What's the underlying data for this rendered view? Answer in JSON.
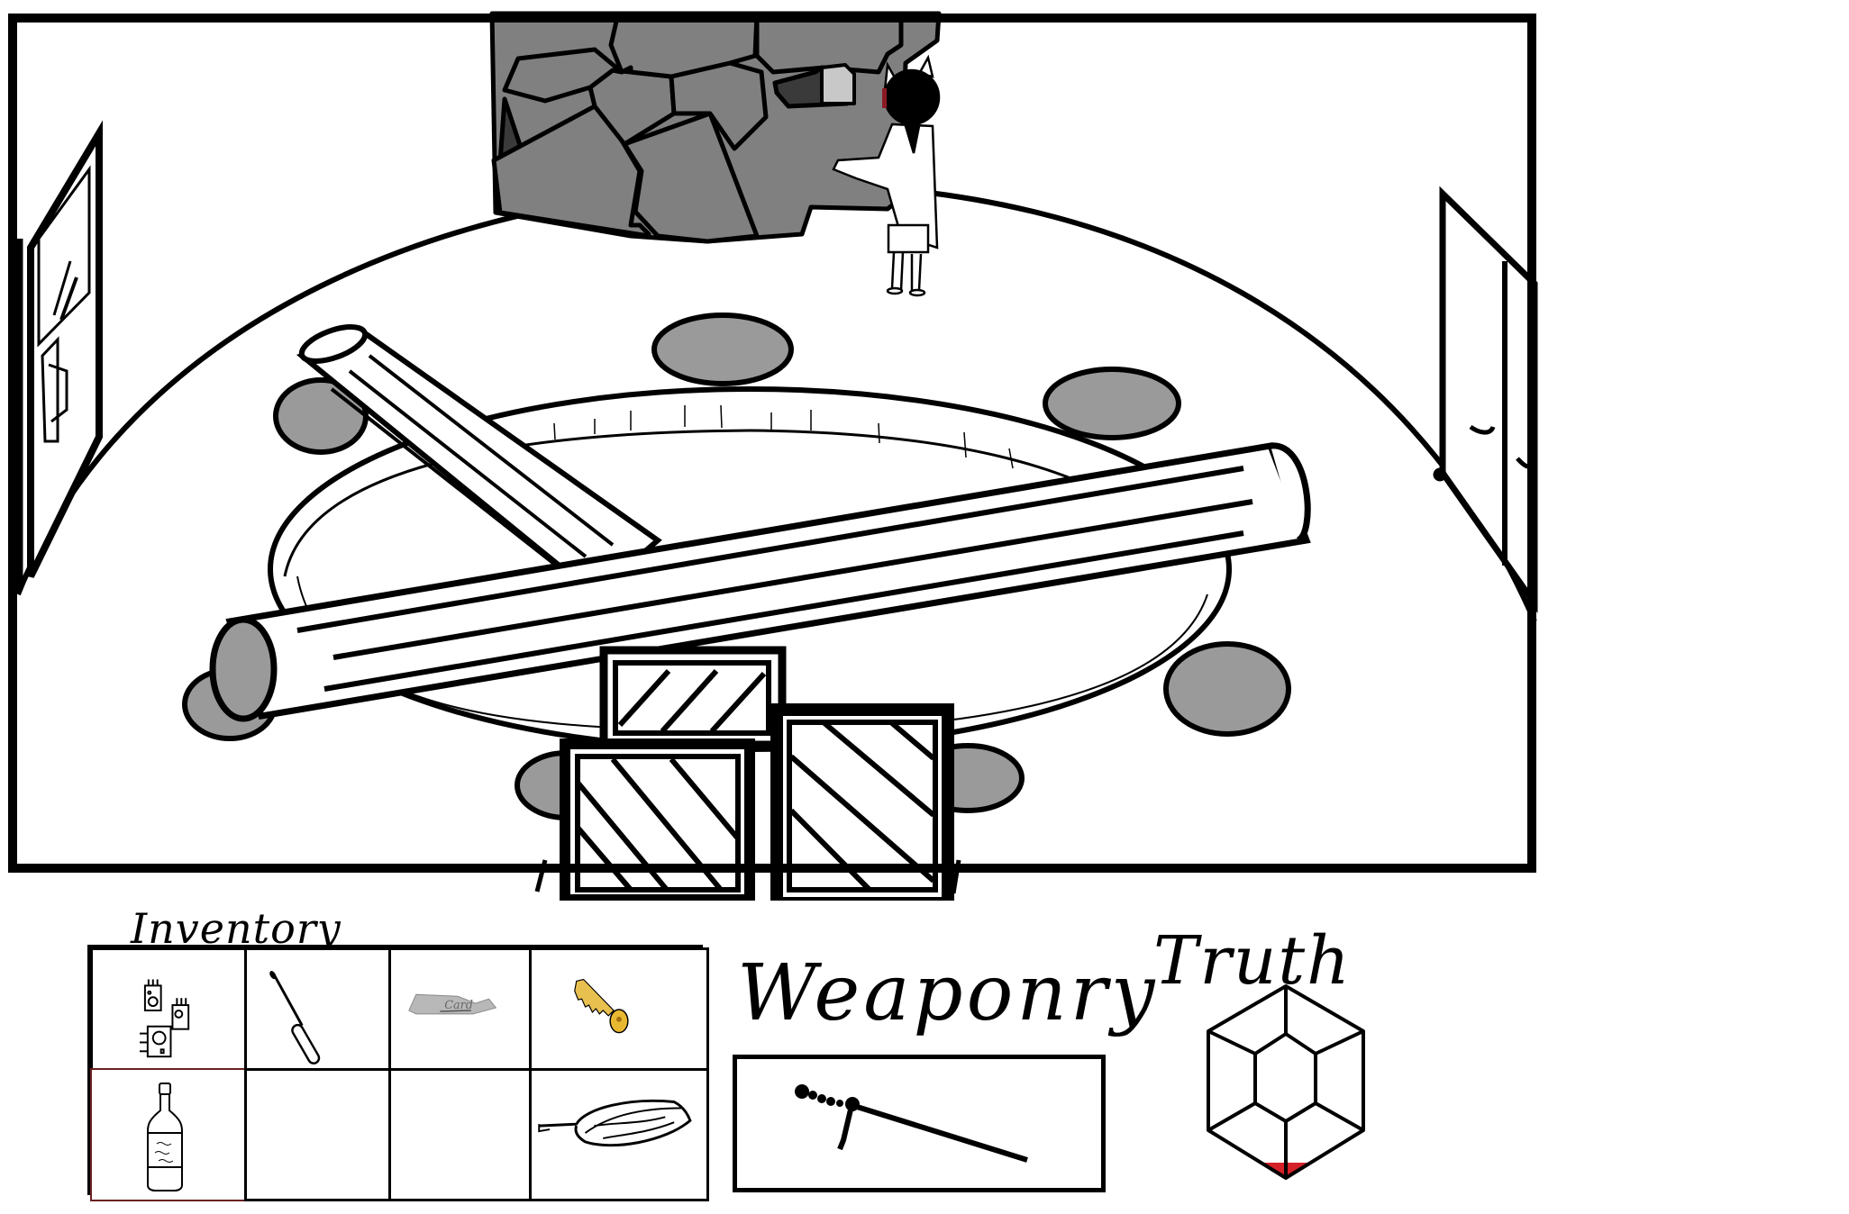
{
  "game": {
    "scene": {
      "room": "circular stone chamber",
      "character": {
        "name_icon": "girl-character",
        "facing": "rock-wall"
      },
      "objects": [
        "rock-pile",
        "fallen-log-horizontal",
        "fallen-log-diagonal",
        "crate-small",
        "crate-left",
        "crate-right",
        "left-door",
        "right-door",
        "central-pit",
        "stone-seat"
      ]
    },
    "hud": {
      "inventory": {
        "title": "Inventory",
        "slots": [
          {
            "item": "circuit-modules",
            "icon": "circuit-modules-icon",
            "selected": false
          },
          {
            "item": "screwdriver",
            "icon": "screwdriver-icon",
            "selected": false
          },
          {
            "item": "card",
            "icon": "card-icon",
            "label": "Card",
            "selected": false
          },
          {
            "item": "key",
            "icon": "key-icon",
            "selected": false
          },
          {
            "item": "bottle",
            "icon": "bottle-icon",
            "selected": true
          },
          {
            "item": "",
            "icon": "",
            "selected": false
          },
          {
            "item": "",
            "icon": "",
            "selected": false
          },
          {
            "item": "leaf-bundle",
            "icon": "leaf-icon",
            "selected": false
          }
        ]
      },
      "weaponry": {
        "title": "Weaponry",
        "equipped": {
          "item": "cane-sword",
          "icon": "cane-sword-icon"
        }
      },
      "truth": {
        "title": "Truth",
        "gem_fill_fraction": 0.08,
        "gem_fill_color": "#d42027"
      }
    },
    "colors": {
      "outline": "#000000",
      "rock": "#808080",
      "rock_dark": "#3a3a3a",
      "rock_light": "#c8c8c8",
      "stone_seat": "#9a9a9a",
      "key": "#e8b830",
      "card": "#b8b8b8"
    }
  }
}
